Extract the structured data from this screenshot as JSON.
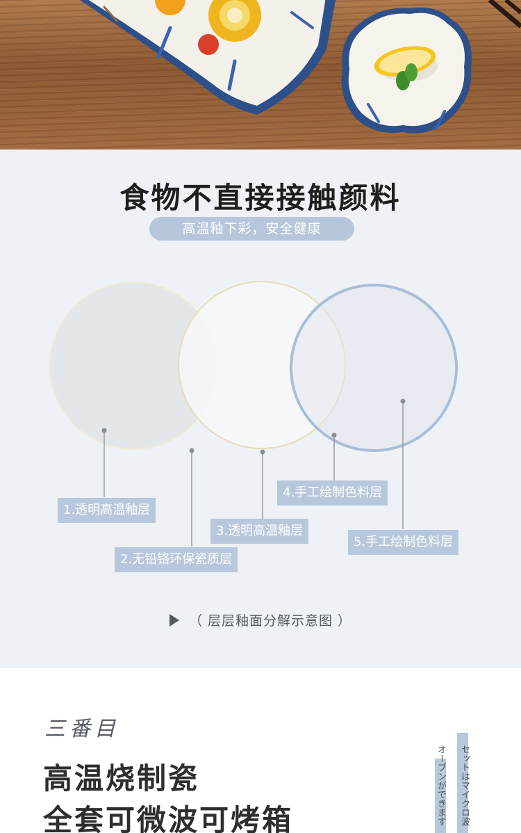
{
  "diagram": {
    "title": "食物不直接接触颜料",
    "subtitle": "高温釉下彩，安全健康",
    "labels": [
      "1.透明高温釉层",
      "2.无铅铬环保瓷质层",
      "3.透明高温釉层",
      "4.手工绘制色料层",
      "5.手工绘制色料层"
    ],
    "caption": "（ 层层釉面分解示意图 ）",
    "colors": {
      "pill": "#b6c7dc",
      "label_bg": "#b7c8dd",
      "section_bg": "#eef2f6"
    }
  },
  "feature": {
    "script_title": "三番目",
    "headline_line1": "高温烧制瓷",
    "headline_line2": "全套可微波可烤箱",
    "vertical_text_1": "オーブンができます",
    "vertical_text_2": "セットはマイクロ波"
  }
}
